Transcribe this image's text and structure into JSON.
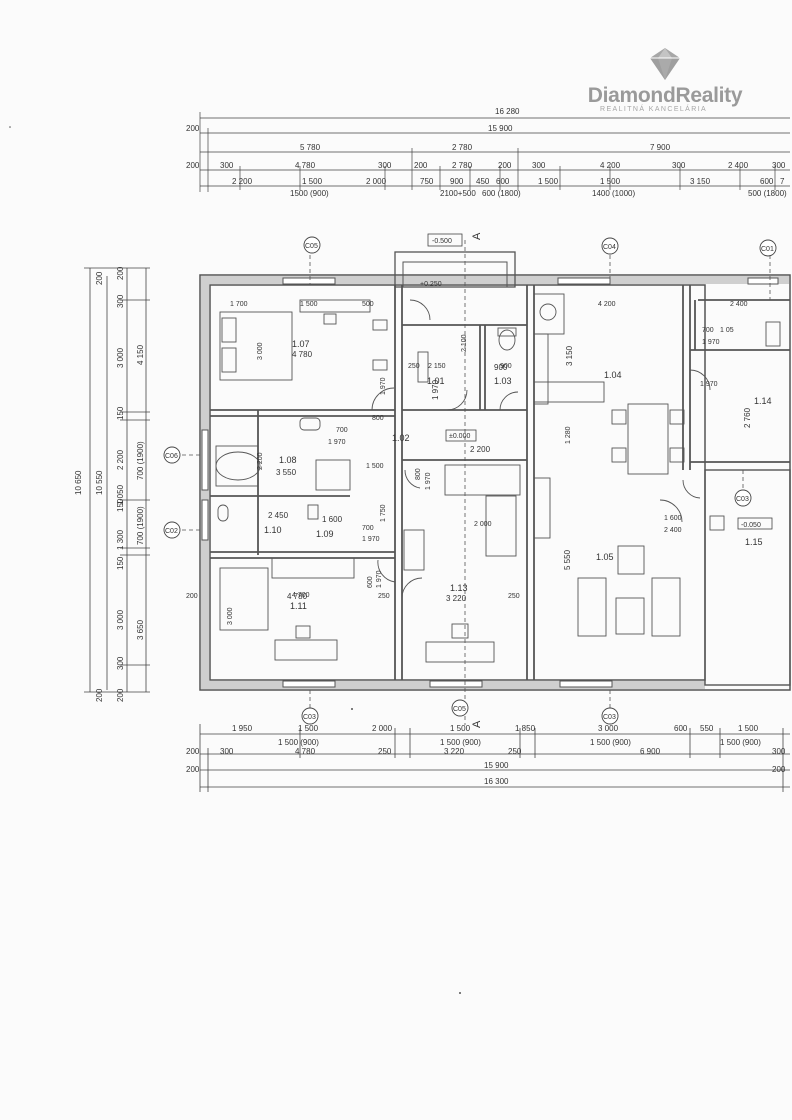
{
  "logo": {
    "name": "DiamondReality",
    "subtitle": "REALITNÁ KANCELÁRIA",
    "icon": "diamond-icon"
  },
  "colors": {
    "ink": "#333333",
    "wall": "#555555",
    "logo": "#9a9a9a"
  },
  "top_dimensions": {
    "row1": [
      "16 280"
    ],
    "row2": [
      "200",
      "15 900"
    ],
    "row3": [
      "5 780",
      "2 780",
      "7 900"
    ],
    "row4": [
      "200",
      "300",
      "4 780",
      "300",
      "200",
      "2 780",
      "200",
      "300",
      "4 200",
      "300",
      "2 400",
      "300"
    ],
    "row5": [
      "2 200",
      "1 500",
      "2 000",
      "750",
      "900",
      "450",
      "600",
      "1 500",
      "1 500",
      "3 150",
      "600",
      "7"
    ],
    "row6": [
      "1500 (900)",
      "2100+500",
      "600 (1800)",
      "1400 (1000)",
      "500 (1800)"
    ]
  },
  "bottom_dimensions": {
    "row1": [
      "1 950",
      "1 500",
      "2 000",
      "1 500",
      "1 850",
      "3 000",
      "600",
      "550",
      "1 500"
    ],
    "row2": [
      "1 500 (900)",
      "1 500 (900)",
      "1 500 (900)",
      "1 500 (900)"
    ],
    "row3": [
      "200",
      "300",
      "4 780",
      "250",
      "3 220",
      "250",
      "6 900",
      "300"
    ],
    "row4": [
      "200",
      "15 900",
      "200"
    ],
    "row5": [
      "16 300"
    ]
  },
  "left_dimensions": {
    "outer": [
      "10 650",
      "10 550"
    ],
    "inner": [
      "200",
      "300",
      "3 000",
      "150",
      "2 200",
      "150",
      "1 050",
      "150",
      "1 300",
      "150",
      "3 000",
      "300",
      "200"
    ],
    "openings": [
      "4 150",
      "700 (1900)",
      "700 (1900)",
      "3 650"
    ]
  },
  "sections": {
    "top": "A",
    "bottom": "A"
  },
  "elevations": [
    "-0.500",
    "±0.000",
    "+0.250",
    "-0.050"
  ],
  "wall_types": [
    "C05",
    "C04",
    "C01",
    "C06",
    "C02",
    "C03",
    "C03",
    "C05",
    "C03"
  ],
  "rooms": [
    {
      "id": "1.07",
      "area": "4 780"
    },
    {
      "id": "1.01",
      "area": "1 970"
    },
    {
      "id": "1.03",
      "area": "900"
    },
    {
      "id": "1.04",
      "area": "3 150"
    },
    {
      "id": "1.14",
      "area": "2 760"
    },
    {
      "id": "1.08",
      "area": "3 550"
    },
    {
      "id": "1.02",
      "area": "2 200"
    },
    {
      "id": "1.10",
      "area": "2 450"
    },
    {
      "id": "1.09",
      "area": "1 600"
    },
    {
      "id": "1.05",
      "area": "5 550"
    },
    {
      "id": "1.15",
      "area": ""
    },
    {
      "id": "1.11",
      "area": "4 780"
    },
    {
      "id": "1.13",
      "area": "3 220"
    }
  ],
  "inner_labels": {
    "bedroom_top": [
      "1 700",
      "1 500",
      "500",
      "3 000"
    ],
    "hall": [
      "2 150",
      "250",
      "2 100",
      "1 970",
      "800",
      "1 970"
    ],
    "kitchen": [
      "4 200",
      "900",
      "1 970",
      "1 280",
      "1 600",
      "2 400"
    ],
    "room_114": [
      "2 400",
      "700",
      "1 05",
      "1 970"
    ],
    "bath": [
      "700",
      "1 970",
      "2 200",
      "1 500",
      "1 750",
      "800",
      "1 970"
    ],
    "lower": [
      "700",
      "1 970",
      "2 000",
      "200",
      "4 700",
      "3 000",
      "250",
      "3 220",
      "250",
      "600",
      "1 970"
    ]
  }
}
